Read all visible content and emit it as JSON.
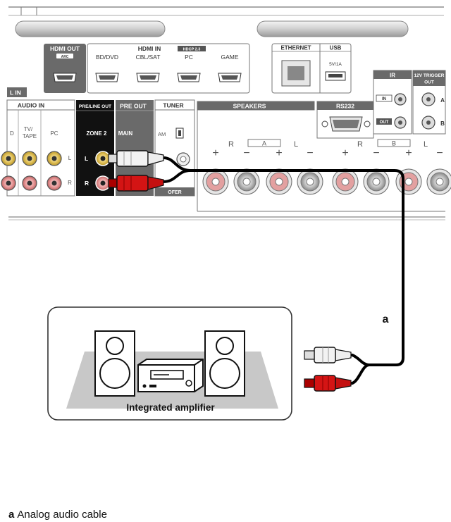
{
  "receiver": {
    "hdmi_out": "HDMI OUT",
    "arc": "ARC",
    "hdmi_in": "HDMI IN",
    "hdcp": "HDCP 2.3",
    "hdmi_ports": [
      "BD/DVD",
      "CBL/SAT",
      "PC",
      "GAME"
    ],
    "ethernet": "ETHERNET",
    "usb": "USB",
    "usb_rating": "5V/1A",
    "ir": "IR",
    "ir_in": "IN",
    "ir_out": "OUT",
    "trigger": "12V TRIGGER",
    "trigger_out": "OUT",
    "trigger_a": "A",
    "trigger_b": "B",
    "l_in": "L IN",
    "audio_in": "AUDIO IN",
    "audio_cols": [
      "D",
      "TV/\nTAPE",
      "PC"
    ],
    "pre_line_out": "PRE/LINE OUT",
    "zone2": "ZONE 2",
    "pre_out": "PRE OUT",
    "main": "MAIN",
    "tuner": "TUNER",
    "am": "AM",
    "subwoofer": "OFER",
    "speakers": "SPEAKERS",
    "rs232": "RS232",
    "ch_l": "L",
    "ch_r": "R",
    "sp_a": "A",
    "sp_b": "B",
    "plus": "+",
    "minus": "−"
  },
  "diagram": {
    "cable_label": "a",
    "device_label": "Integrated amplifier"
  },
  "caption": {
    "key": "a",
    "text": "Analog audio cable"
  }
}
